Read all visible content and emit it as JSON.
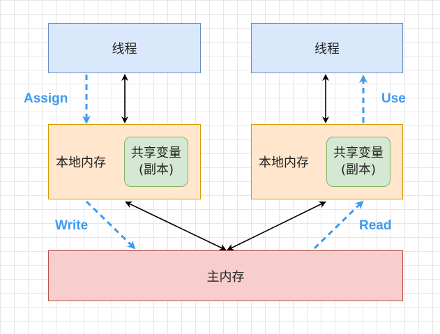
{
  "left": {
    "thread": "线程",
    "local_memory": "本地内存",
    "shared_line1": "共享变量",
    "shared_line2": "(副本)"
  },
  "right": {
    "thread": "线程",
    "local_memory": "本地内存",
    "shared_line1": "共享变量",
    "shared_line2": "(副本)"
  },
  "main_memory": "主内存",
  "labels": {
    "assign": "Assign",
    "use": "Use",
    "write": "Write",
    "read": "Read"
  },
  "colors": {
    "thread_fill": "#dae8fc",
    "local_fill": "#ffe6cc",
    "shared_fill": "#d5e8d4",
    "main_fill": "#f8cecc",
    "dashed_arrow": "#3d9bf0"
  }
}
